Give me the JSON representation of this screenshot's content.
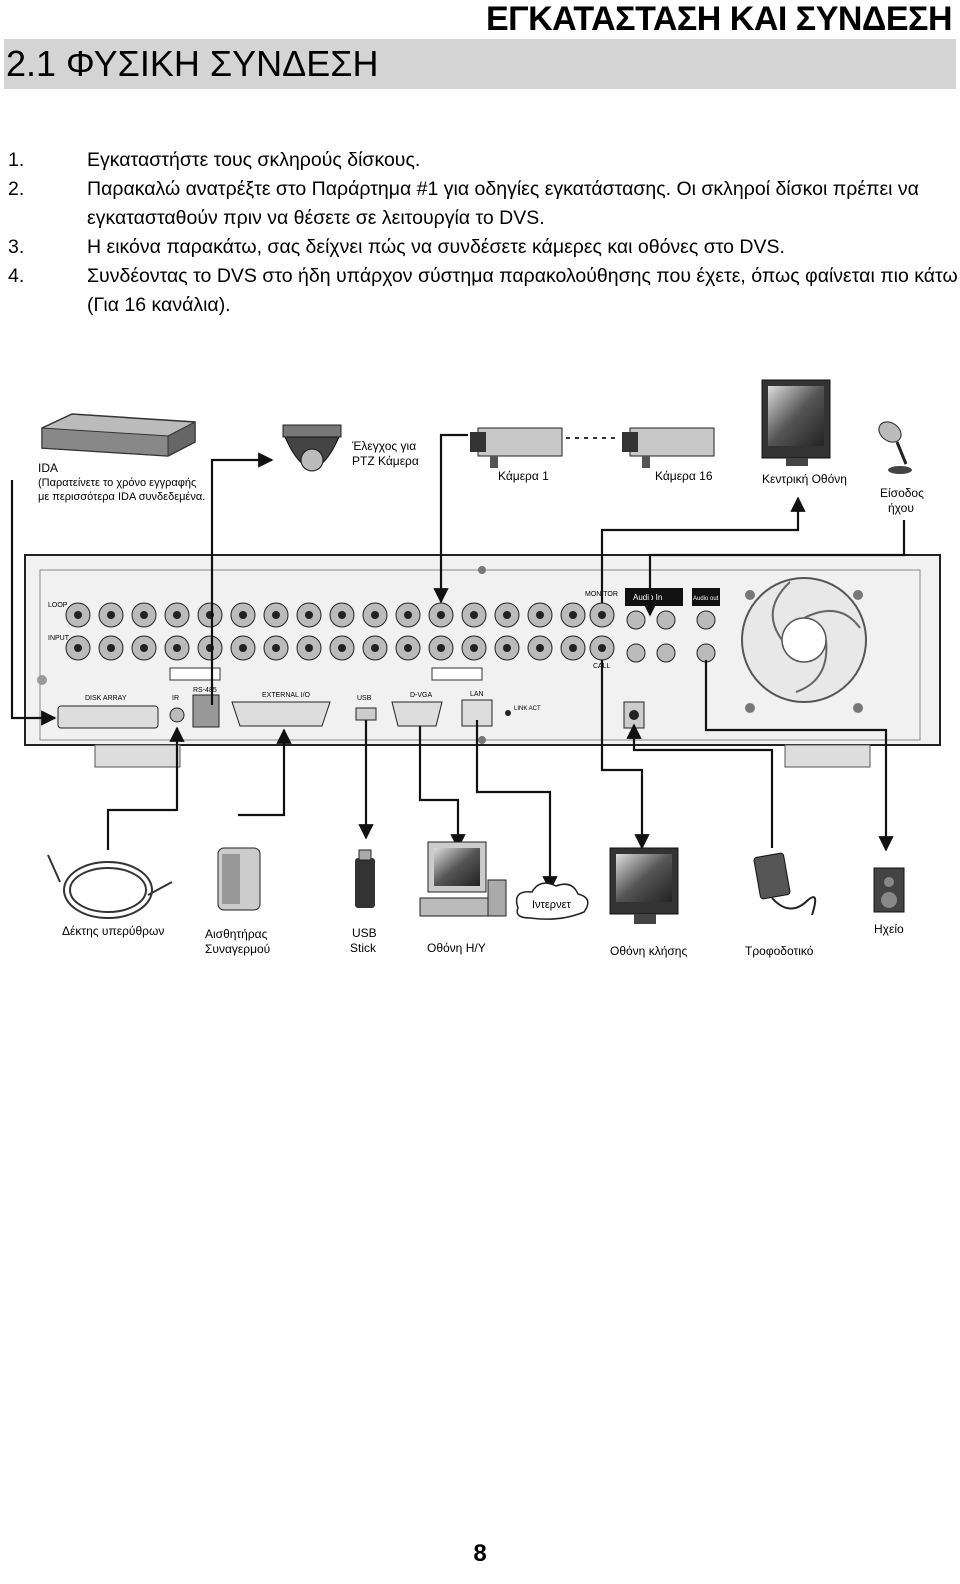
{
  "header": {
    "chapter_title": "ΕΓΚΑΤΑΣΤΑΣΗ ΚΑΙ ΣΥΝΔΕΣΗ",
    "section_title": "2.1 ΦΥΣΙΚΗ ΣΥΝΔΕΣΗ"
  },
  "steps": [
    {
      "num": "1.",
      "text": "Εγκαταστήστε τους σκληρούς δίσκους."
    },
    {
      "num": "2.",
      "text": "Παρακαλώ ανατρέξτε στο Παράρτημα #1 για οδηγίες εγκατάστασης. Οι σκληροί δίσκοι πρέπει να εγκατασταθούν πριν να θέσετε σε λειτουργία το DVS."
    },
    {
      "num": "3.",
      "text": "Η εικόνα παρακάτω, σας δείχνει πώς να συνδέσετε κάμερες και οθόνες στο DVS."
    },
    {
      "num": "4.",
      "text": "Συνδέοντας το DVS στο ήδη υπάρχον σύστημα παρακολούθησης που έχετε, όπως φαίνεται πιο κάτω (Για 16 κανάλια)."
    }
  ],
  "diagram": {
    "top_labels": {
      "ida_title": "IDA",
      "ida_note_1": "(Παρατείνετε το χρόνο εγγραφής",
      "ida_note_2": "με περισσότερα IDA συνδεδεμένα.",
      "ptz_1": "Έλεγχος για",
      "ptz_2": "PTZ Κάμερα",
      "camera_1": "Κάμερα 1",
      "camera_16": "Κάμερα 16",
      "main_monitor": "Κεντρική Οθόνη",
      "audio_in_1": "Είσοδος",
      "audio_in_2": "ήχου"
    },
    "bottom_labels": {
      "ir_receiver": "Δέκτης υπερύθρων",
      "alarm_1": "Αισθητήρας",
      "alarm_2": "Συναγερμού",
      "usb_1": "USB",
      "usb_2": "Stick",
      "pc_monitor": "Οθόνη Η/Υ",
      "internet": "Ιντερνετ",
      "call_monitor": "Οθόνη κλήσης",
      "power_supply": "Τροφοδοτικό",
      "speaker": "Ηχείο"
    },
    "panel_labels": {
      "loop": "LOOP",
      "input": "INPUT",
      "monitor": "MONITOR",
      "call": "CALL",
      "audio_in": "Audio In",
      "audio_out": "Audio out",
      "disk_array": "DISK ARRAY",
      "ir": "IR",
      "rs485": "RS-485",
      "external_io": "EXTERNAL I/O",
      "usb": "USB",
      "dvga": "D-VGA",
      "lan": "LAN",
      "link_act": "LINK ACT"
    }
  },
  "footer": {
    "page_number": "8"
  }
}
